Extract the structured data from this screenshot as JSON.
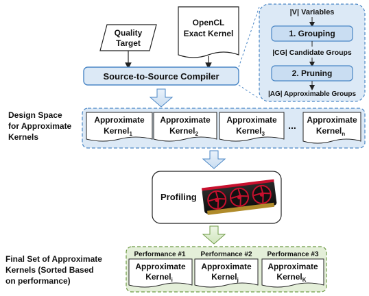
{
  "inputs": {
    "quality_target": [
      "Quality",
      "Target"
    ],
    "opencl_kernel": [
      "OpenCL",
      "Exact Kernel"
    ]
  },
  "compiler": {
    "label": "Source-to-Source Compiler"
  },
  "inset": {
    "variables": "|V| Variables",
    "grouping": "1. Grouping",
    "candidate_groups": "|CG| Candidate Groups",
    "pruning": "2. Pruning",
    "approximable_groups": "|AG| Approximable Groups"
  },
  "design_space": {
    "label": [
      "Design Space",
      "for Approximate",
      "Kernels"
    ],
    "kernels": [
      {
        "line1": "Approximate",
        "base": "Kernel",
        "sub": "1"
      },
      {
        "line1": "Approximate",
        "base": "Kernel",
        "sub": "2"
      },
      {
        "line1": "Approximate",
        "base": "Kernel",
        "sub": "3"
      },
      {
        "line1": "Approximate",
        "base": "Kernel",
        "sub": "n"
      }
    ],
    "ellipsis": "..."
  },
  "profiling": {
    "label": "Profiling",
    "image": "gpu-graphics-card-image"
  },
  "final_set": {
    "label": [
      "Final Set of Approximate",
      "Kernels (Sorted Based",
      "on performance)"
    ],
    "kernels": [
      {
        "perf": "Performance #1",
        "line1": "Approximate",
        "base": "Kernel",
        "sub": "i"
      },
      {
        "perf": "Performance #2",
        "line1": "Approximate",
        "base": "Kernel",
        "sub": "j"
      },
      {
        "perf": "Performance #3",
        "line1": "Approximate",
        "base": "Kernel",
        "sub": "K"
      }
    ]
  },
  "colors": {
    "blue_fill": "#dce9f6",
    "blue_stroke": "#4a86c5",
    "green_fill": "#e4efd9",
    "green_stroke": "#6e9a45",
    "gpu_red": "#c8102e"
  }
}
